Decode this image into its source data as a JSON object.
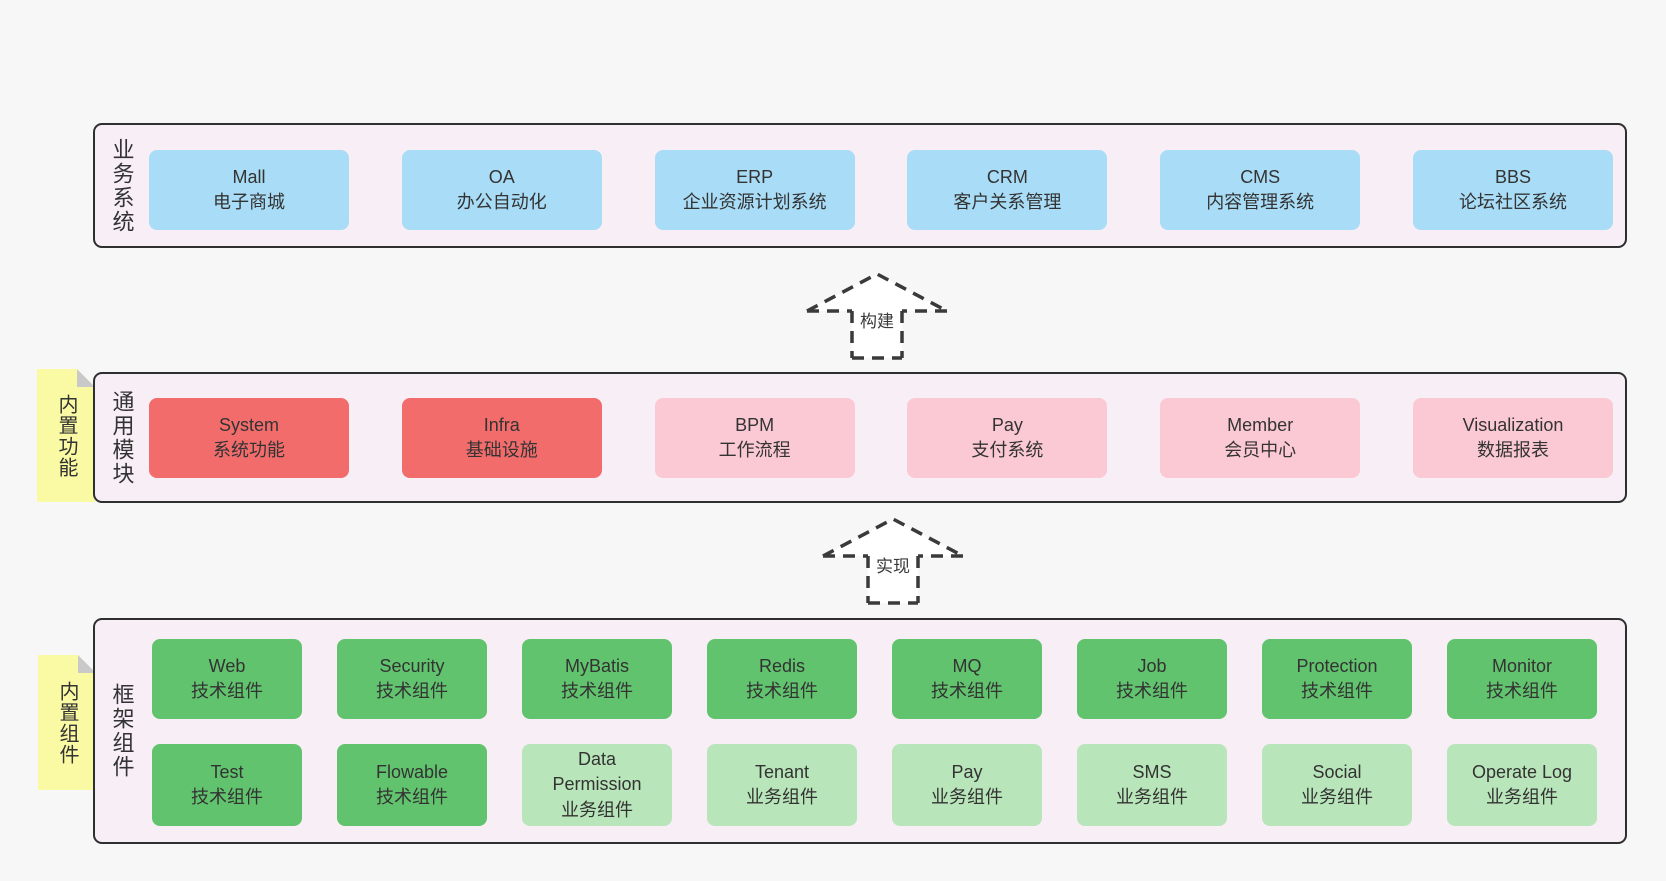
{
  "palette": {
    "page_background": "#f7f7f7",
    "panel_background": "#f8eef6",
    "panel_border": "#2f2f2f",
    "blue_box": "#a9dcf6",
    "red_box": "#f26c6c",
    "pink_box": "#fbc9d3",
    "green_box": "#61c36d",
    "light_green_box": "#b8e5b9",
    "sticky_note": "#fafaa4",
    "sticky_fold": "#c9c9c9",
    "text": "#333333"
  },
  "layers": {
    "business": {
      "label": "业务系统",
      "items": [
        {
          "name": "Mall",
          "subtitle": "电子商城"
        },
        {
          "name": "OA",
          "subtitle": "办公自动化"
        },
        {
          "name": "ERP",
          "subtitle": "企业资源计划系统"
        },
        {
          "name": "CRM",
          "subtitle": "客户关系管理"
        },
        {
          "name": "CMS",
          "subtitle": "内容管理系统"
        },
        {
          "name": "BBS",
          "subtitle": "论坛社区系统"
        }
      ]
    },
    "modules": {
      "label": "通用模块",
      "note": "内置功能",
      "items": [
        {
          "name": "System",
          "subtitle": "系统功能"
        },
        {
          "name": "Infra",
          "subtitle": "基础设施"
        },
        {
          "name": "BPM",
          "subtitle": "工作流程"
        },
        {
          "name": "Pay",
          "subtitle": "支付系统"
        },
        {
          "name": "Member",
          "subtitle": "会员中心"
        },
        {
          "name": "Visualization",
          "subtitle": "数据报表"
        }
      ]
    },
    "components": {
      "label": "框架组件",
      "note": "内置组件",
      "row1": [
        {
          "name": "Web",
          "subtitle": "技术组件"
        },
        {
          "name": "Security",
          "subtitle": "技术组件"
        },
        {
          "name": "MyBatis",
          "subtitle": "技术组件"
        },
        {
          "name": "Redis",
          "subtitle": "技术组件"
        },
        {
          "name": "MQ",
          "subtitle": "技术组件"
        },
        {
          "name": "Job",
          "subtitle": "技术组件"
        },
        {
          "name": "Protection",
          "subtitle": "技术组件"
        },
        {
          "name": "Monitor",
          "subtitle": "技术组件"
        }
      ],
      "row2": [
        {
          "name": "Test",
          "subtitle": "技术组件"
        },
        {
          "name": "Flowable",
          "subtitle": "技术组件"
        },
        {
          "name": "Data Permission",
          "subtitle": "业务组件"
        },
        {
          "name": "Tenant",
          "subtitle": "业务组件"
        },
        {
          "name": "Pay",
          "subtitle": "业务组件"
        },
        {
          "name": "SMS",
          "subtitle": "业务组件"
        },
        {
          "name": "Social",
          "subtitle": "业务组件"
        },
        {
          "name": "Operate Log",
          "subtitle": "业务组件"
        }
      ]
    }
  },
  "arrows": {
    "build": {
      "label": "构建"
    },
    "implement": {
      "label": "实现"
    }
  }
}
